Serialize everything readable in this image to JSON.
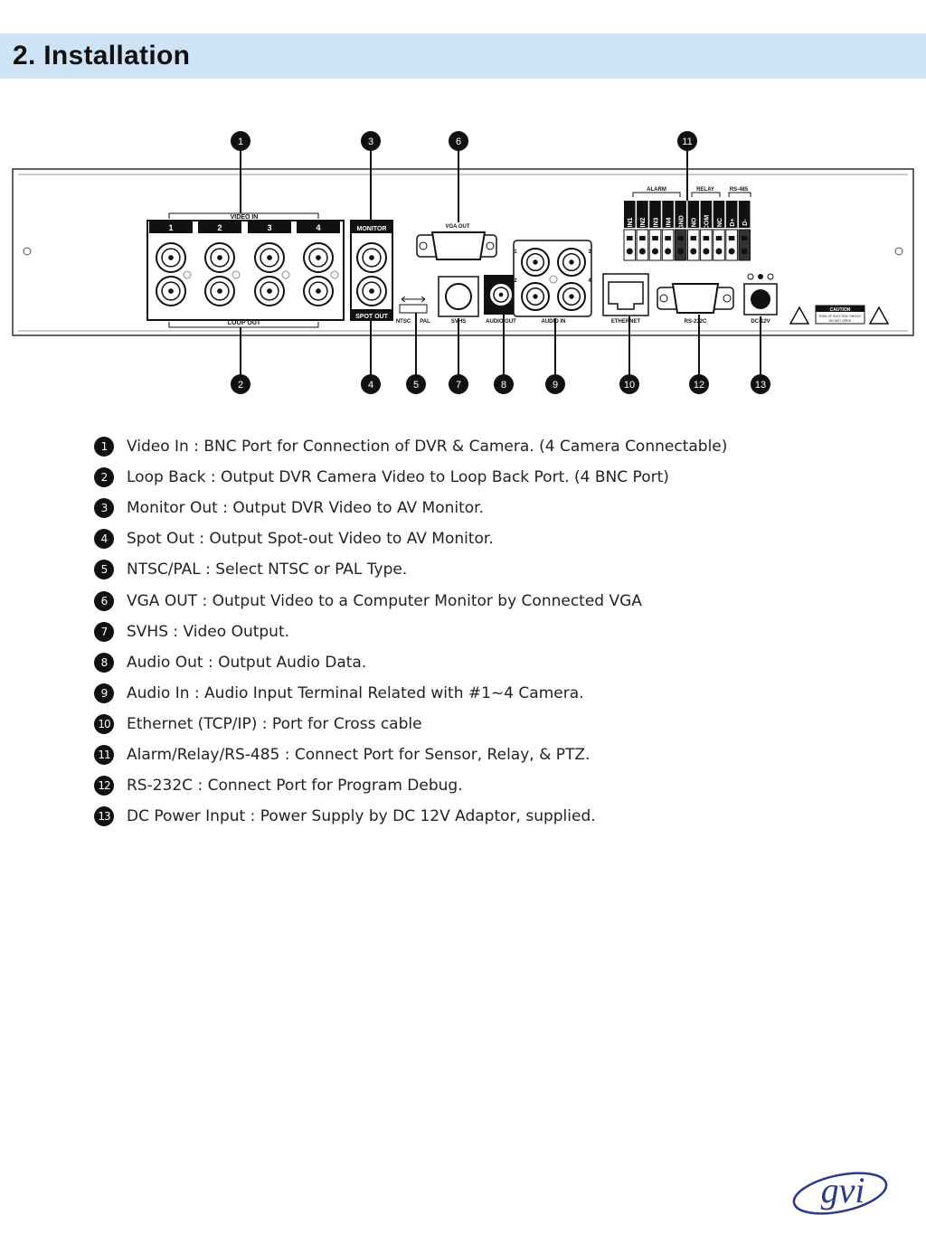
{
  "header": {
    "title": "2. Installation"
  },
  "panel": {
    "group_labels": {
      "video_in": "VIDEO IN",
      "loop_out": "LOOP OUT",
      "monitor": "MONITOR",
      "spot_out": "SPOT OUT",
      "vga_out": "VGA OUT",
      "ntsc": "NTSC",
      "pal": "PAL",
      "svhs": "SVHS",
      "audio_out": "AUDIO OUT",
      "audio_in": "AUDIO IN",
      "ethernet": "ETHERNET",
      "rs232c": "RS-232C",
      "dc12v": "DC-12V",
      "alarm": "ALARM",
      "relay": "RELAY",
      "rs485": "RS-485",
      "caution": "CAUTION",
      "caution_sub1": "RISK OF ELECTRIC SHOCK",
      "caution_sub2": "DO NOT OPEN"
    },
    "channel_numbers": [
      "1",
      "2",
      "3",
      "4"
    ],
    "audio_in_numbers": [
      "1",
      "2",
      "3",
      "4"
    ],
    "terminal_labels": [
      "IN1",
      "IN2",
      "IN3",
      "IN4",
      "GND",
      "NO",
      "COM",
      "NC",
      "D+",
      "D-"
    ],
    "callouts_top": [
      "1",
      "3",
      "6",
      "11"
    ],
    "callouts_bottom": [
      "2",
      "4",
      "5",
      "7",
      "8",
      "9",
      "10",
      "12",
      "13"
    ]
  },
  "legend": [
    {
      "num": "1",
      "text": "Video In : BNC Port for Connection of DVR & Camera. (4 Camera Connectable)"
    },
    {
      "num": "2",
      "text": "Loop Back : Output DVR Camera Video to Loop Back Port. (4 BNC Port)"
    },
    {
      "num": "3",
      "text": "Monitor Out : Output DVR Video to AV Monitor."
    },
    {
      "num": "4",
      "text": "Spot Out : Output Spot-out Video to AV Monitor."
    },
    {
      "num": "5",
      "text": "NTSC/PAL : Select NTSC or PAL Type."
    },
    {
      "num": "6",
      "text": "VGA OUT : Output Video to a Computer Monitor by Connected VGA"
    },
    {
      "num": "7",
      "text": "SVHS : Video Output."
    },
    {
      "num": "8",
      "text": "Audio Out : Output Audio Data."
    },
    {
      "num": "9",
      "text": "Audio In : Audio Input Terminal Related with #1~4 Camera."
    },
    {
      "num": "10",
      "text": "Ethernet (TCP/IP) : Port for Cross cable"
    },
    {
      "num": "11",
      "text": "Alarm/Relay/RS-485 : Connect Port for Sensor, Relay, & PTZ."
    },
    {
      "num": "12",
      "text": "RS-232C : Connect Port for Program Debug."
    },
    {
      "num": "13",
      "text": "DC Power Input : Power Supply by DC 12V Adaptor, supplied."
    }
  ],
  "logo": {
    "text": "gvi"
  },
  "colors": {
    "header_bg": "#cfe3f7",
    "badge": "#111111",
    "logo": "#2b3a8a"
  }
}
